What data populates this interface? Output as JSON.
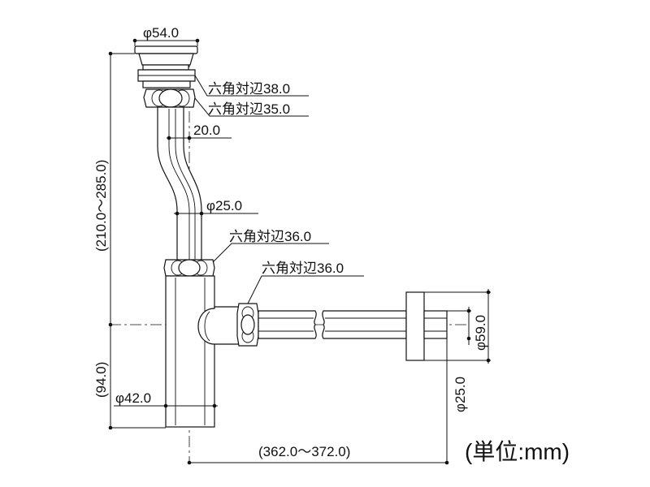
{
  "dimensions": {
    "top_diameter": "φ54.0",
    "hex1": "六角対辺38.0",
    "hex2": "六角対辺35.0",
    "offset": "20.0",
    "pipe_diameter": "φ25.0",
    "hex3": "六角対辺36.0",
    "hex4": "六角対辺36.0",
    "total_height": "(210.0〜285.0)",
    "lower_height": "(94.0)",
    "body_diameter": "φ42.0",
    "flange_diameter": "φ59.0",
    "outlet_diameter": "φ25.0",
    "horizontal_length": "(362.0〜372.0)"
  },
  "unit_label": "(単位:mm)"
}
